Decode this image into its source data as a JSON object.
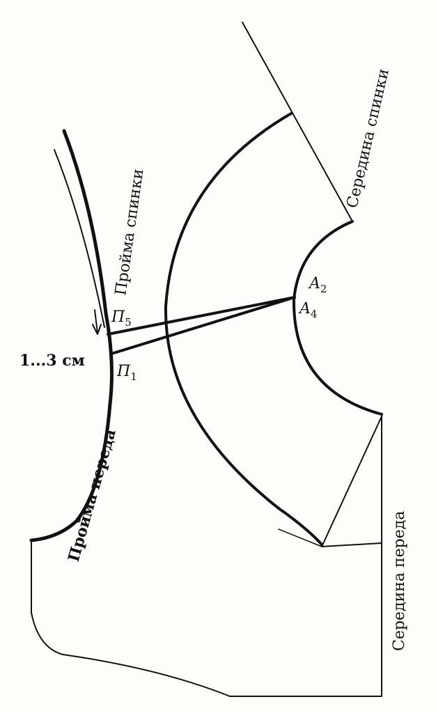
{
  "labels": {
    "back_armhole": "Пройма спинки",
    "front_armhole": "Пройма переда",
    "back_center": "Середина спинки",
    "front_center": "Середина переда",
    "offset": "1...3 см"
  },
  "points": {
    "p5": {
      "letter": "П",
      "index": "5"
    },
    "p1": {
      "letter": "П",
      "index": "1"
    },
    "a2": {
      "letter": "A",
      "index": "2"
    },
    "a4": {
      "letter": "A",
      "index": "4"
    }
  },
  "colors": {
    "ink": "#111111",
    "paper": "#fdfdfb"
  }
}
